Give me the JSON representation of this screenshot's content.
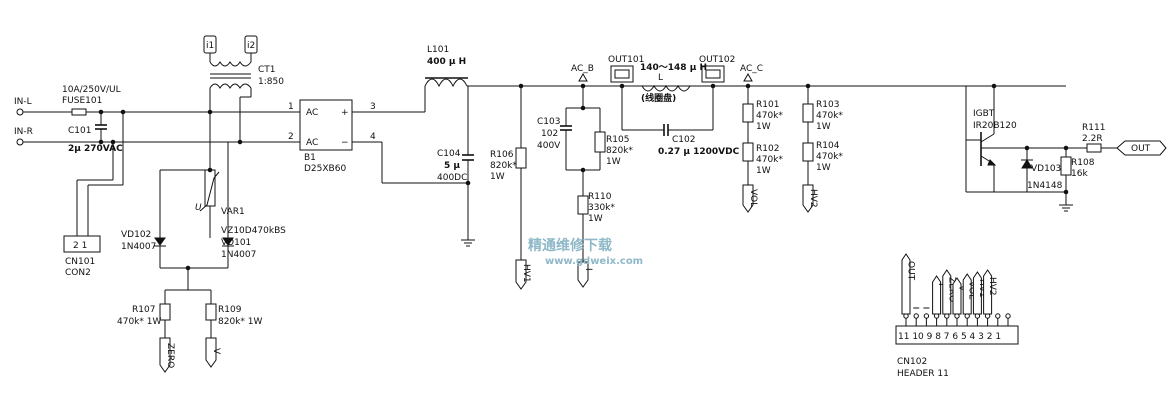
{
  "labels": {
    "in_l": "IN-L",
    "in_r": "IN-R",
    "fuse_rating": "10A/250V/UL",
    "fuse": "FUSE101",
    "c101": "C101",
    "c101_val": "2μ 270VAC",
    "cn101": "CN101",
    "cn101_pins": "2 1",
    "cn101_type": "CON2",
    "i1": "i1",
    "i2": "i2",
    "ct1": "CT1",
    "ct1_ratio": "1:850",
    "pin1": "1",
    "pin2": "2",
    "pin3": "3",
    "pin4": "4",
    "b1": "B1",
    "b1_part": "D25XB60",
    "ac1": "AC",
    "ac2": "AC",
    "plus": "+",
    "minus": "−",
    "u": "U",
    "var1": "VAR1",
    "var1_part": "VZ10D470kBS",
    "vd102": "VD102",
    "vd102_part": "1N4007",
    "vd101": "VD101",
    "vd101_part": "1N4007",
    "r107": "R107",
    "r107_val": "470k* 1W",
    "r109": "R109",
    "r109_val": "820k* 1W",
    "zero": "ZERO",
    "v": "V",
    "l101": "L101",
    "l101_val": "400 μ H",
    "c104": "C104",
    "c104_val": "5 μ",
    "c104_v": "400DC",
    "r106": "R106",
    "r106_val": "820k*",
    "r106_w": "1W",
    "hv1": "HV1",
    "ac_b": "AC_B",
    "c103": "C103",
    "c103_val": "102",
    "c103_v": "400V",
    "r105": "R105",
    "r105_val": "820k*",
    "r105_w": "1W",
    "r110": "R110",
    "r110_val": "330k*",
    "r110_w": "1W",
    "i": "I",
    "out101": "OUT101",
    "out102": "OUT102",
    "l_val": "140～148 μ H",
    "l": "L",
    "coil": "(线圈盘)",
    "c102": "C102",
    "c102_val": "0.27 μ  1200VDC",
    "ac_c": "AC_C",
    "r101": "R101",
    "r101_val": "470k*",
    "r101_w": "1W",
    "r102": "R102",
    "r102_val": "470k*",
    "r102_w": "1W",
    "vol": "VOL",
    "r103": "R103",
    "r103_val": "470k*",
    "r103_w": "1W",
    "r104": "R104",
    "r104_val": "470k*",
    "r104_w": "1W",
    "hv2": "HV2",
    "igbt": "IGBT",
    "igbt_part": "IR20B120",
    "r111": "R111",
    "r111_val": "2.2R",
    "out": "OUT",
    "vd103": "VD103",
    "vd103_part": "1N4148",
    "r108": "R108",
    "r108_val": "16k",
    "cn102": "CN102",
    "cn102_type": "HEADER 11",
    "cn102_pins": "11 10 9 8 7 6 5 4 3 2 1",
    "header_nets": [
      "OUT",
      "",
      "",
      "I",
      "ZERO",
      "V",
      "VOL",
      "HV1",
      "HV2",
      "",
      ""
    ],
    "watermark": "精通维修下载",
    "watermark_url": "www.gdweix.com"
  }
}
